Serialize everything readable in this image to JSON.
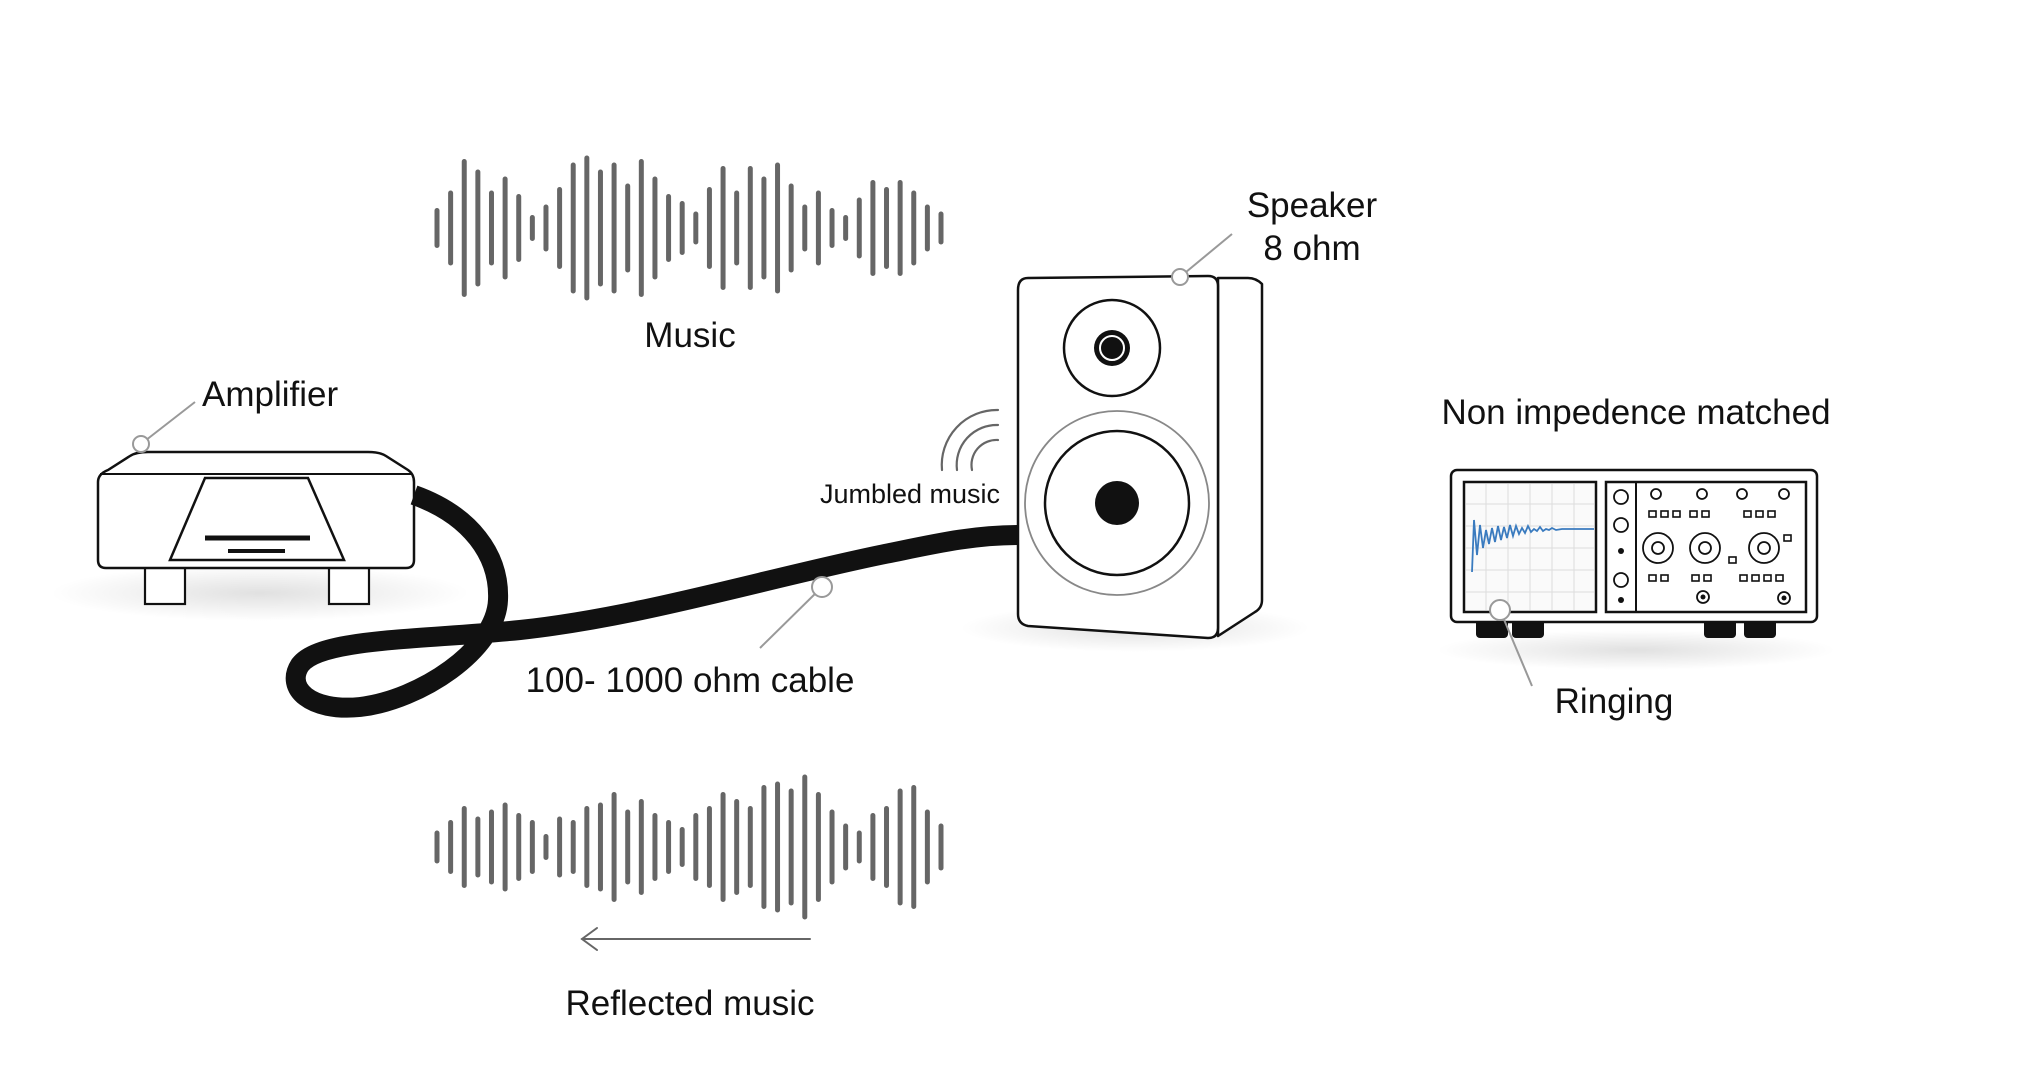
{
  "labels": {
    "music": "Music",
    "amplifier": "Amplifier",
    "speaker_line1": "Speaker",
    "speaker_line2": "8 ohm",
    "jumbled": "Jumbled music",
    "cable": "100- 1000 ohm cable",
    "non_impedance": "Non impedence matched",
    "ringing": "Ringing",
    "reflected": "Reflected music"
  },
  "waveforms": {
    "music_bars": [
      0.25,
      0.5,
      0.95,
      0.8,
      0.5,
      0.7,
      0.45,
      0.15,
      0.3,
      0.55,
      0.9,
      1.0,
      0.8,
      0.9,
      0.6,
      0.95,
      0.7,
      0.45,
      0.35,
      0.2,
      0.55,
      0.85,
      0.5,
      0.85,
      0.7,
      0.9,
      0.6,
      0.3,
      0.5,
      0.25,
      0.15,
      0.4,
      0.65,
      0.55,
      0.65,
      0.5,
      0.3,
      0.2
    ],
    "reflected_bars": [
      0.2,
      0.35,
      0.55,
      0.4,
      0.5,
      0.6,
      0.45,
      0.35,
      0.15,
      0.4,
      0.35,
      0.55,
      0.6,
      0.75,
      0.5,
      0.65,
      0.45,
      0.35,
      0.25,
      0.45,
      0.55,
      0.75,
      0.65,
      0.55,
      0.85,
      0.9,
      0.8,
      1.0,
      0.75,
      0.5,
      0.3,
      0.2,
      0.45,
      0.55,
      0.8,
      0.85,
      0.5,
      0.3
    ],
    "color": "#666666"
  },
  "colors": {
    "ink": "#111111",
    "signal": "#3a7bbf",
    "connector": "#999999"
  }
}
